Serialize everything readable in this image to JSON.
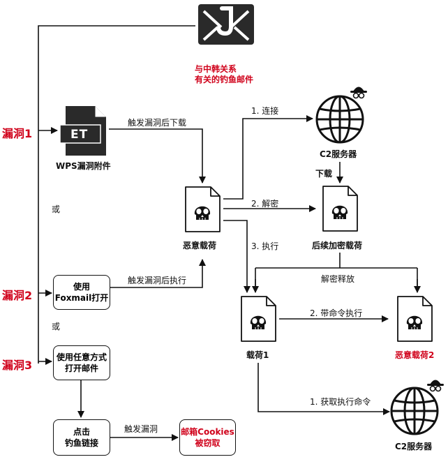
{
  "email": {
    "caption_line1": "与中韩关系",
    "caption_line2": "有关的钓鱼邮件"
  },
  "vulns": {
    "v1": "漏洞1",
    "v2": "漏洞2",
    "v3": "漏洞3"
  },
  "or_labels": {
    "or1": "或",
    "or2": "或"
  },
  "wps": {
    "icon_text": "ET",
    "label": "WPS漏洞附件"
  },
  "edges": {
    "trigger_download": "触发漏洞后下载",
    "trigger_execute": "触发漏洞后执行",
    "trigger_vuln": "触发漏洞",
    "connect": "1. 连接",
    "download": "下载",
    "decrypt": "2. 解密",
    "execute": "3. 执行",
    "decrypt_release": "解密释放",
    "run_with_command": "2. 带命令执行",
    "get_command": "1. 获取执行命令"
  },
  "nodes": {
    "malicious_payload": "恶意载荷",
    "c2_server_top": "C2服务器",
    "encrypted_payload": "后续加密载荷",
    "payload1": "载荷1",
    "malicious_payload2": "恶意载荷2",
    "c2_server_bottom": "C2服务器"
  },
  "boxes": {
    "foxmail_line1": "使用",
    "foxmail_line2": "Foxmail打开",
    "any_line1": "使用任意方式",
    "any_line2": "打开邮件",
    "click_line1": "点击",
    "click_line2": "钓鱼链接",
    "cookies_line1": "邮箱Cookies",
    "cookies_line2": "被窃取"
  },
  "colors": {
    "red": "#d0021b",
    "black": "#111111"
  }
}
